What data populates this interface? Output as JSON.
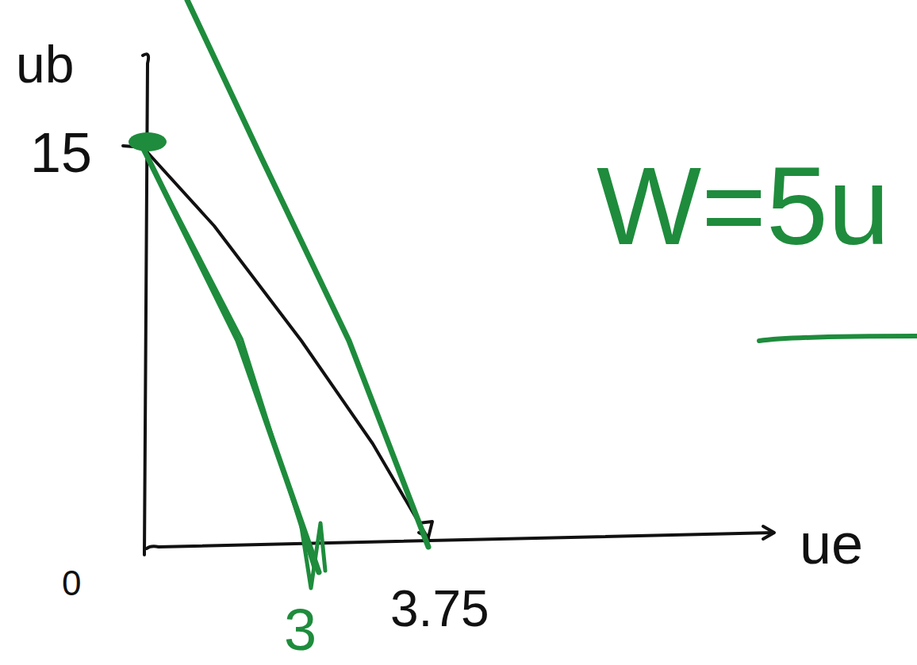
{
  "diagram": {
    "labels": [
      "ub",
      "15",
      "0",
      "3",
      "3.75",
      "ue",
      "W=5u"
    ]
  }
}
